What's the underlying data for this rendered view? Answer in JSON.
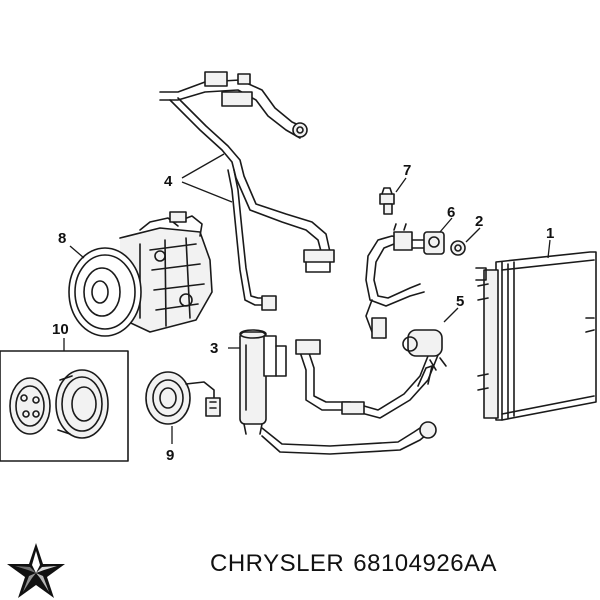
{
  "colors": {
    "line": "#1a1a1a",
    "part_fill": "#f2f2f2",
    "text": "#111111"
  },
  "callouts": {
    "c1": "1",
    "c2": "2",
    "c3": "3",
    "c4": "4",
    "c5": "5",
    "c6": "6",
    "c7": "7",
    "c8": "8",
    "c9": "9",
    "c10": "10"
  },
  "footer": {
    "brand": "CHRYSLER",
    "part_number": "68104926AA",
    "logo_icon": "chrysler-pentastar-icon"
  }
}
